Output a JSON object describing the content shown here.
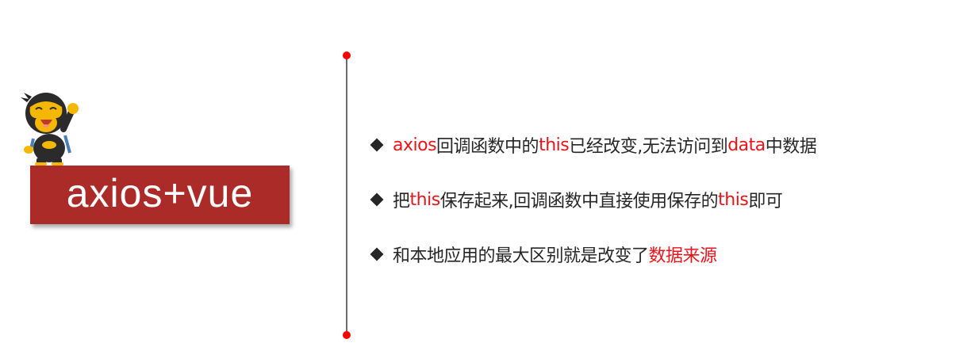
{
  "slide": {
    "title": "axios+vue",
    "accent_color": "#ab2b29",
    "highlight_color": "#e8141a",
    "mascot": "monkey-mascot-icon",
    "bullets": [
      {
        "segments": [
          {
            "text": "axios",
            "highlight": true
          },
          {
            "text": "回调函数中的",
            "highlight": false
          },
          {
            "text": "this",
            "highlight": true
          },
          {
            "text": "已经改变,无法访问到",
            "highlight": false
          },
          {
            "text": "data",
            "highlight": true
          },
          {
            "text": "中数据",
            "highlight": false
          }
        ]
      },
      {
        "segments": [
          {
            "text": "把",
            "highlight": false
          },
          {
            "text": "this",
            "highlight": true
          },
          {
            "text": "保存起来,回调函数中直接使用保存的",
            "highlight": false
          },
          {
            "text": "this",
            "highlight": true
          },
          {
            "text": "即可",
            "highlight": false
          }
        ]
      },
      {
        "segments": [
          {
            "text": "和本地应用的最大区别就是改变了",
            "highlight": false
          },
          {
            "text": "数据来源",
            "highlight": true
          }
        ]
      }
    ]
  }
}
